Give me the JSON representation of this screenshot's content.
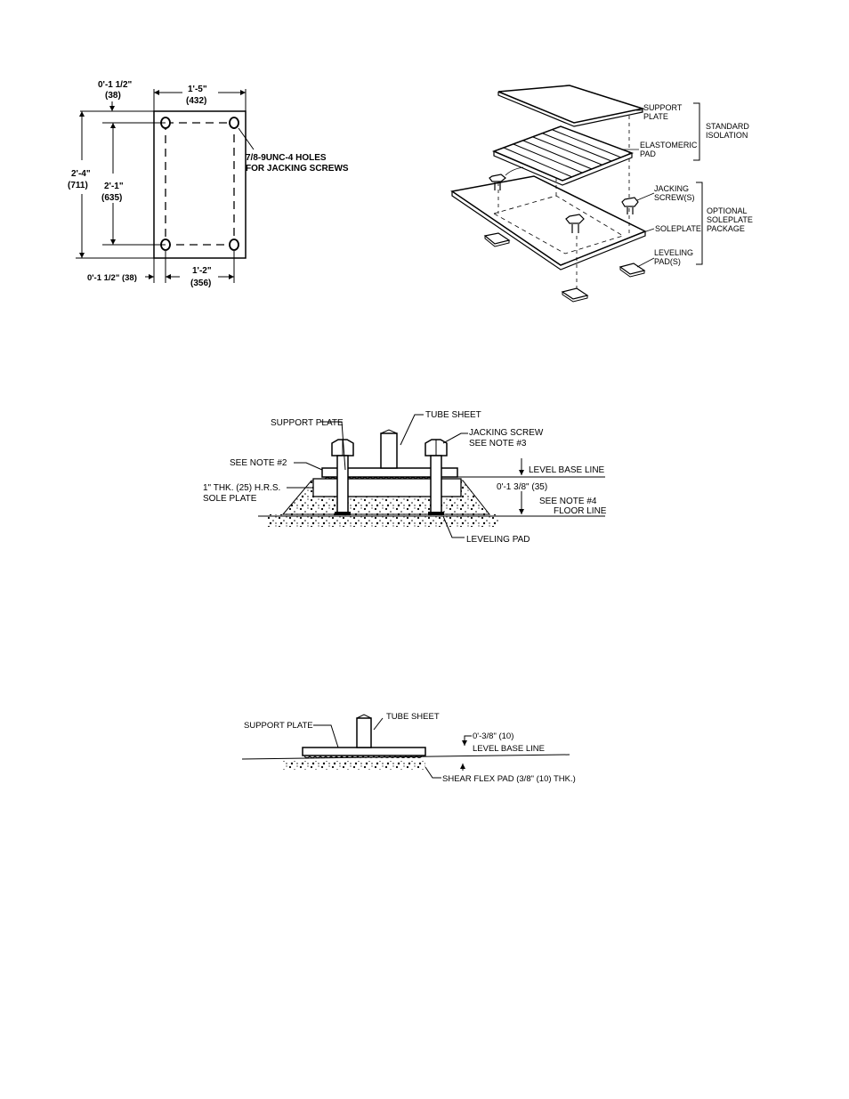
{
  "plan_view": {
    "dim_top_offset": "0'-1 1/2\"",
    "dim_top_offset_mm": "(38)",
    "dim_width": "1'-5\"",
    "dim_width_mm": "(432)",
    "dim_height": "2'-4\"",
    "dim_height_mm": "(711)",
    "dim_hole_spacing_v": "2'-1\"",
    "dim_hole_spacing_v_mm": "(635)",
    "hole_note_line1": "7/8-9UNC-4 HOLES",
    "hole_note_line2": "FOR JACKING SCREWS",
    "dim_bottom_offset": "0'-1 1/2\" (38)",
    "dim_hole_spacing_h": "1'-2\"",
    "dim_hole_spacing_h_mm": "(356)"
  },
  "exploded_view": {
    "support_plate_l1": "SUPPORT",
    "support_plate_l2": "PLATE",
    "elastomeric_l1": "ELASTOMERIC",
    "elastomeric_l2": "PAD",
    "standard_l1": "STANDARD",
    "standard_l2": "ISOLATION",
    "jacking_l1": "JACKING",
    "jacking_l2": "SCREW(S)",
    "optional_l1": "OPTIONAL",
    "optional_l2": "SOLEPLATE",
    "optional_l3": "PACKAGE",
    "soleplate": "SOLEPLATE",
    "leveling_l1": "LEVELING",
    "leveling_l2": "PAD(S)"
  },
  "section_a": {
    "support_plate": "SUPPORT PLATE",
    "tube_sheet": "TUBE SHEET",
    "jacking_screw": "JACKING SCREW",
    "note3": "SEE NOTE #3",
    "note2": "SEE NOTE #2",
    "sole_plate_l1": "1\" THK. (25) H.R.S.",
    "sole_plate_l2": "SOLE PLATE",
    "level_base_line": "LEVEL BASE LINE",
    "dim": "0'-1 3/8\" (35)",
    "note4": "SEE NOTE #4",
    "floor_line": "FLOOR LINE",
    "leveling_pad": "LEVELING PAD"
  },
  "section_b": {
    "support_plate": "SUPPORT PLATE",
    "tube_sheet": "TUBE  SHEET",
    "dim": "0'-3/8\" (10)",
    "level_base_line": "LEVEL BASE LINE",
    "shear_flex_pad": "SHEAR FLEX PAD (3/8\" (10) THK.)"
  }
}
